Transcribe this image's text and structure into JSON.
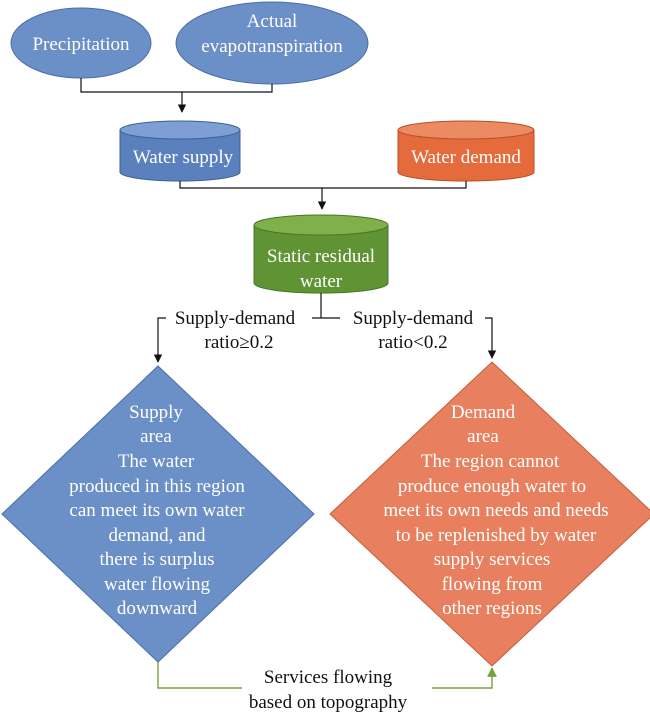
{
  "nodes": {
    "precipitation": {
      "label": "Precipitation"
    },
    "evapotranspiration": {
      "lines": [
        "Actual",
        "evapotranspiration"
      ]
    },
    "water_supply": {
      "label": "Water supply"
    },
    "water_demand": {
      "label": "Water demand"
    },
    "static_residual": {
      "lines": [
        "Static residual",
        "water"
      ]
    },
    "supply_area": {
      "lines": [
        "Supply",
        "area",
        "The water",
        "produced in this region",
        "can meet its own water",
        "demand, and",
        "there is surplus",
        "water flowing",
        "downward"
      ]
    },
    "demand_area": {
      "lines": [
        "Demand",
        "area",
        "The region cannot",
        "produce enough water to",
        "meet its own needs and needs",
        "to be  replenished by water",
        "supply services",
        "flowing from",
        "other regions"
      ]
    }
  },
  "edges": {
    "left_condition": [
      "Supply-demand",
      "ratio≥0.2"
    ],
    "right_condition": [
      "Supply-demand",
      "ratio<0.2"
    ],
    "bottom_flow": [
      "Services flowing",
      "based on topography"
    ]
  },
  "colors": {
    "blue": "#6b8fc7",
    "blue_top": "#7d9fd3",
    "orange": "#e8805f",
    "orange_demand": "#e56b3c",
    "green": "#6a9a3b",
    "green_top": "#7fb04b",
    "green_line": "#77a33f"
  }
}
